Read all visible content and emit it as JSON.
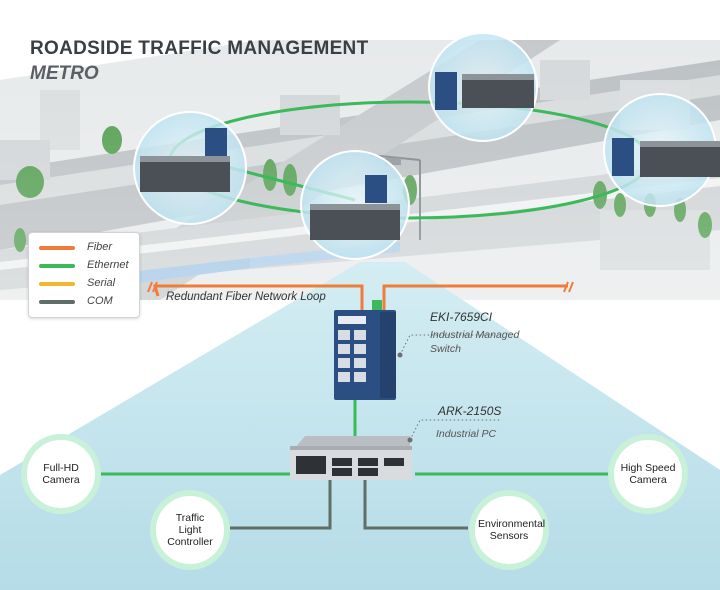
{
  "title": "ROADSIDE TRAFFIC MANAGEMENT",
  "subtitle": "METRO",
  "legend": [
    {
      "label": "Fiber",
      "color": "#f07c3a"
    },
    {
      "label": "Ethernet",
      "color": "#3cb95b"
    },
    {
      "label": "Serial",
      "color": "#f2b630"
    },
    {
      "label": "COM",
      "color": "#5f6e66"
    }
  ],
  "fiber_loop_label": "Redundant Fiber Network Loop",
  "switch": {
    "name": "EKI-7659CI",
    "description_line1": "Industrial Managed",
    "description_line2": "Switch"
  },
  "pc": {
    "name": "ARK-2150S",
    "description": "Industrial PC"
  },
  "nodes": {
    "full_hd_camera": [
      "Full-HD",
      "Camera"
    ],
    "high_speed_camera": [
      "High Speed",
      "Camera"
    ],
    "traffic_light_controller": [
      "Traffic",
      "Light",
      "Controller"
    ],
    "environmental_sensors": [
      "Environmental",
      "Sensors"
    ]
  },
  "colors": {
    "fiber": "#f07c3a",
    "ethernet": "#3cb95b",
    "com": "#5f6e66",
    "cone": "#bfe3ec",
    "node_ring": "#c9f0d8",
    "switch_blue": "#2b4f82"
  }
}
